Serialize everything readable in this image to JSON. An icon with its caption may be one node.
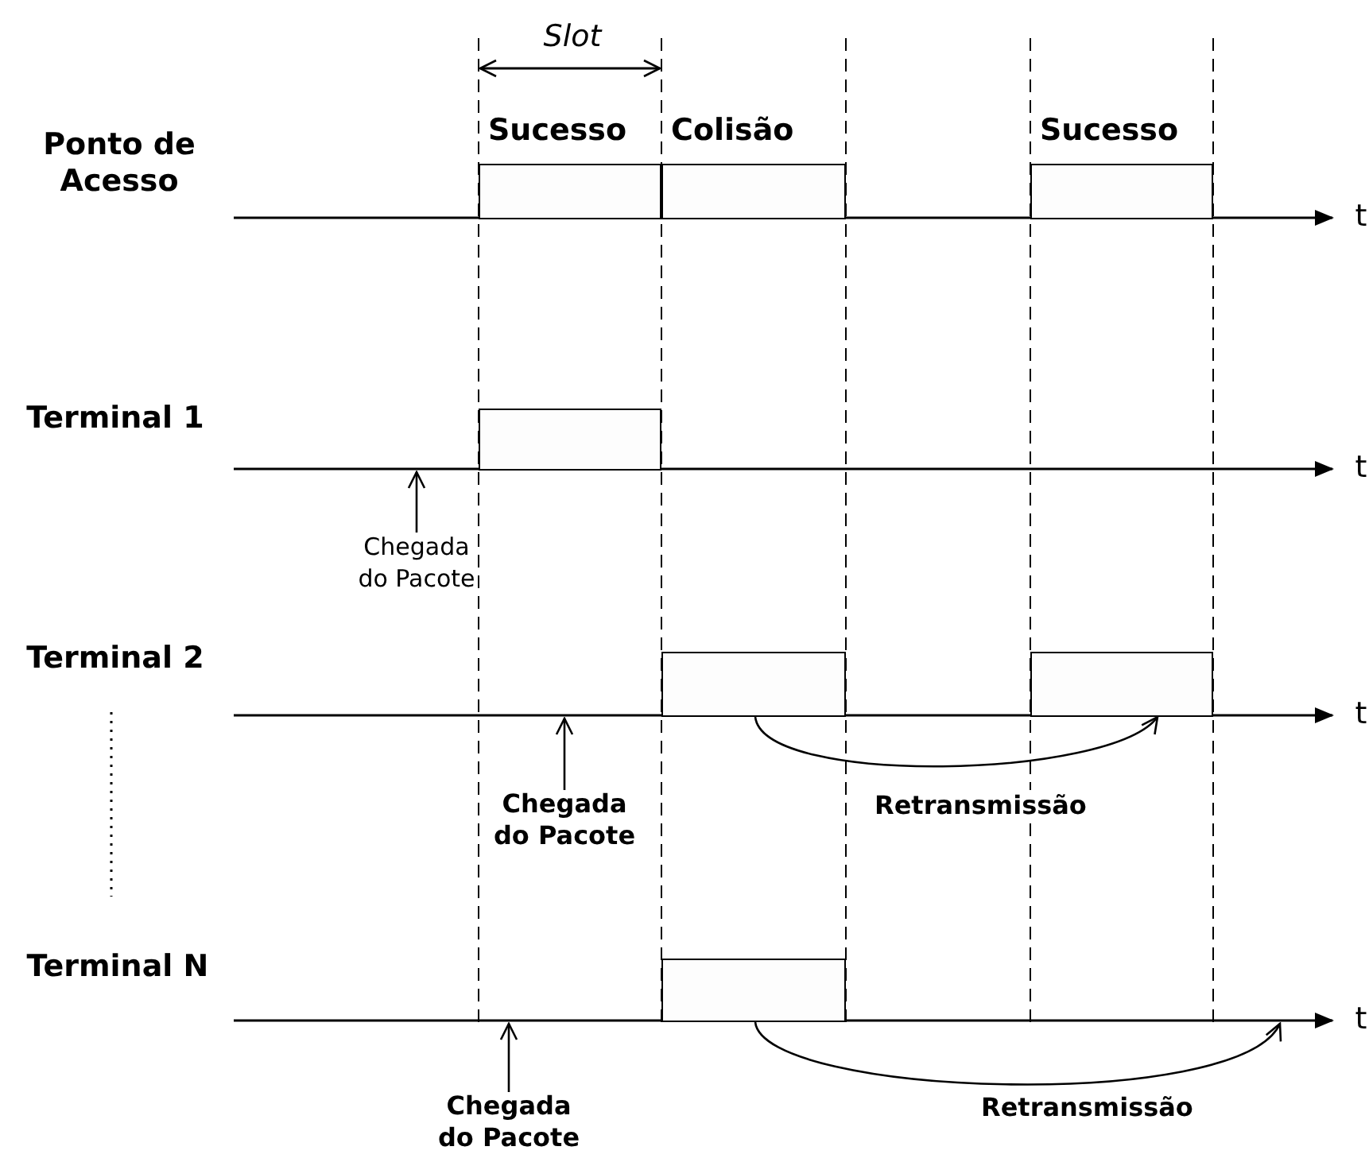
{
  "diagram": {
    "nodes": [
      {
        "text": [
          "Sucesso"
        ]
      },
      {
        "text": [
          "Colisão"
        ]
      },
      {
        "text": [
          "Sucesso"
        ]
      },
      {
        "text": [],
        "shape": "box"
      },
      {
        "text": [],
        "shape": "box"
      },
      {
        "text": [],
        "shape": "box"
      },
      {
        "text": [],
        "shape": "box"
      },
      {
        "text": [
          "Chegada do Pacote"
        ]
      },
      {
        "text": [
          "Chegada do Pacote"
        ]
      },
      {
        "text": [
          "Chegada do Pacote"
        ]
      }
    ],
    "edges": [
      {
        "from": 7,
        "to": null,
        "arrow": "to"
      },
      {
        "from": 8,
        "to": null,
        "arrow": "to"
      },
      {
        "from": 9,
        "to": null,
        "arrow": "to"
      },
      {
        "from": 4,
        "to": 5,
        "arrow": "to",
        "label": "Retransmissão"
      },
      {
        "from": 6,
        "to": null,
        "arrow": "to",
        "label": "Retransmissão"
      }
    ],
    "labels": [
      "Slot",
      "Ponto de Acesso",
      "t",
      "Terminal 1",
      "t",
      "Terminal 2",
      "t",
      "Terminal N",
      "t"
    ]
  }
}
